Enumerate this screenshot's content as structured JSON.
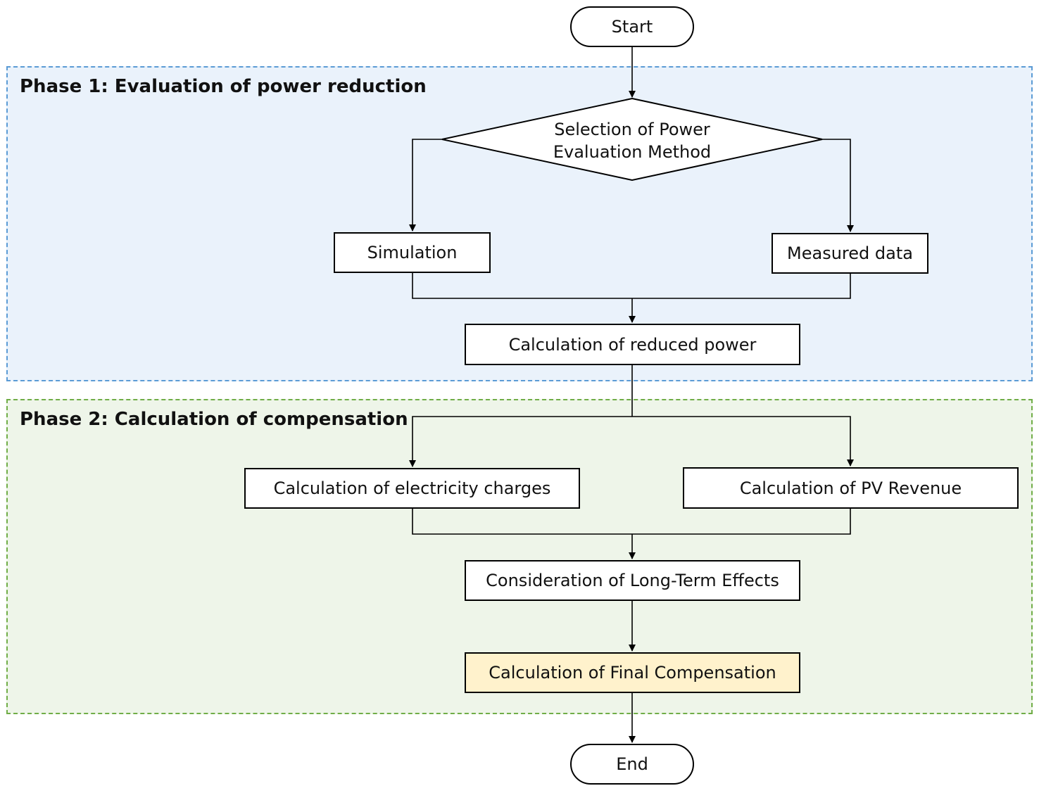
{
  "phases": {
    "phase1_title": "Phase 1: Evaluation of power reduction",
    "phase2_title": "Phase 2: Calculation of compensation"
  },
  "nodes": {
    "start": "Start",
    "decision_line1": "Selection of Power",
    "decision_line2": "Evaluation Method",
    "simulation": "Simulation",
    "measured_data": "Measured data",
    "reduced_power": "Calculation of reduced power",
    "electricity_charges": "Calculation of electricity charges",
    "pv_revenue": "Calculation of PV Revenue",
    "long_term": "Consideration of Long-Term Effects",
    "final_compensation": "Calculation of Final Compensation",
    "end": "End"
  },
  "colors": {
    "phase1_fill": "#eaf2fb",
    "phase1_border": "#5b9bd5",
    "phase2_fill": "#eef5e9",
    "phase2_border": "#70ad47",
    "final_fill": "#fff2cc"
  }
}
